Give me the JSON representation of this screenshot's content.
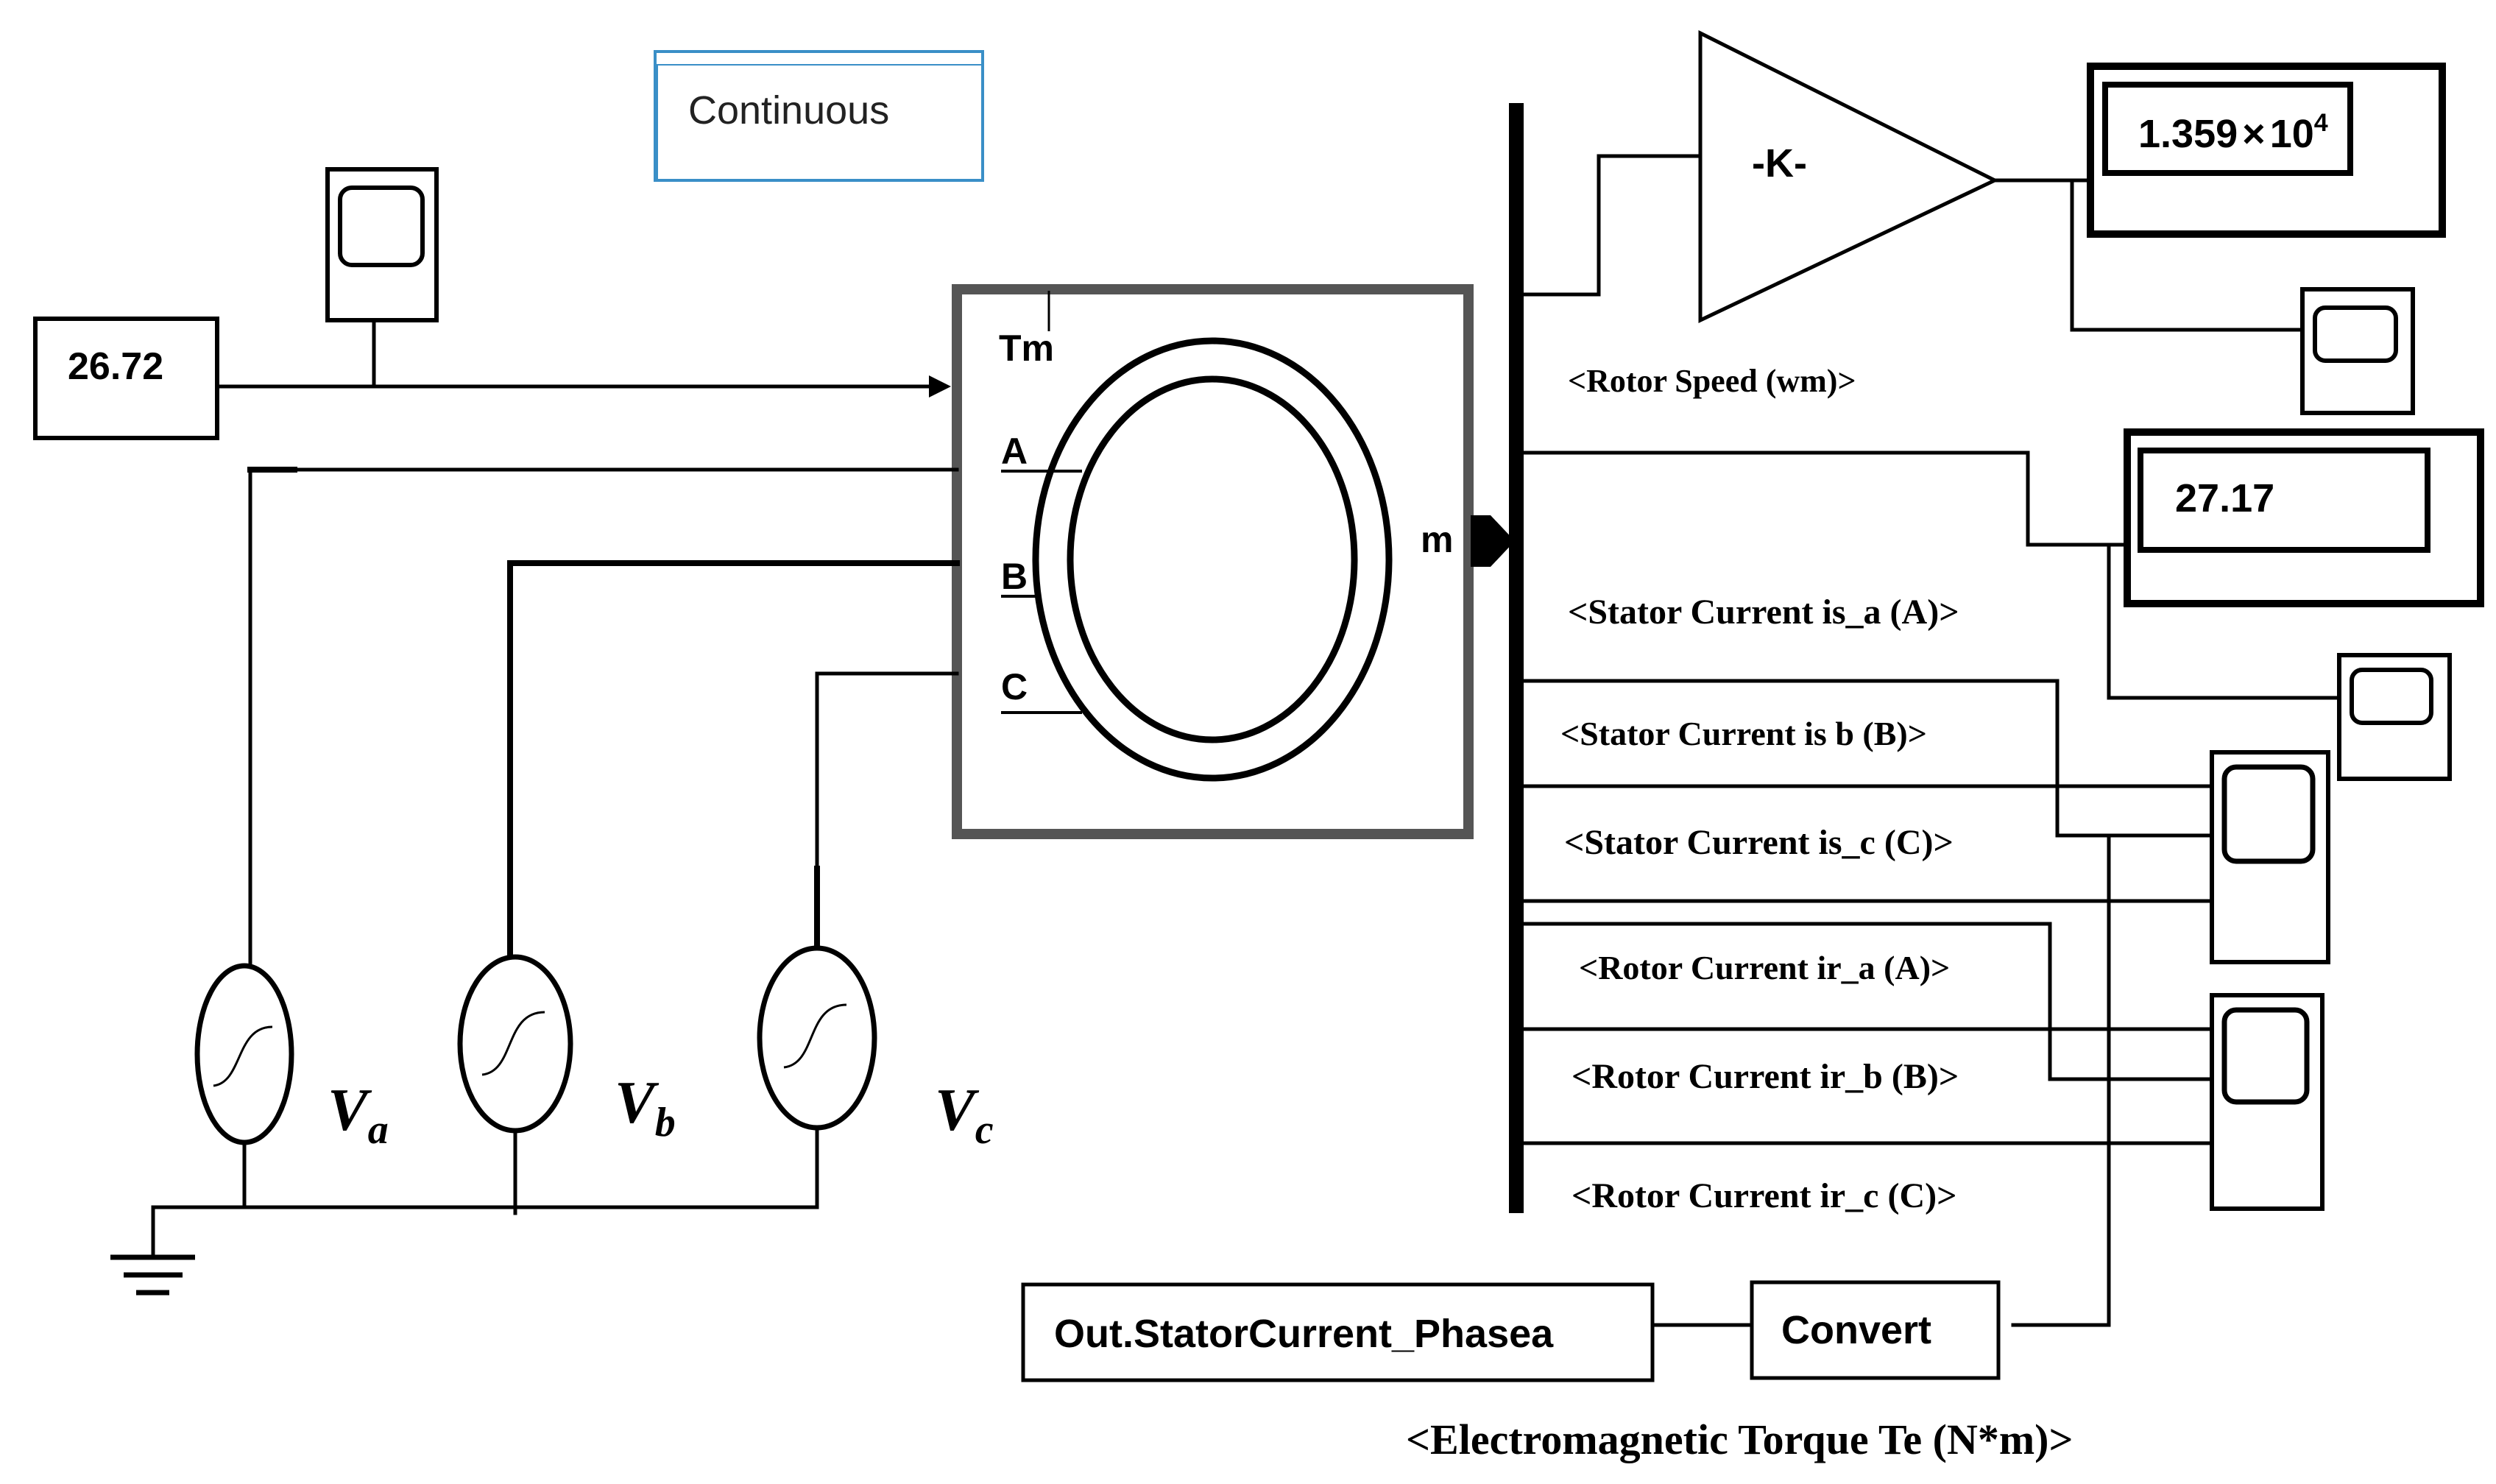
{
  "solver": {
    "label": "Continuous"
  },
  "torque_constant": {
    "value": "26.72"
  },
  "machine": {
    "ports": {
      "tm": "Tm",
      "a": "A",
      "b": "B",
      "c": "C",
      "m": "m"
    }
  },
  "sources": {
    "va": {
      "main": "V",
      "sub": "a"
    },
    "vb": {
      "main": "V",
      "sub": "b"
    },
    "vc": {
      "main": "V",
      "sub": "c"
    }
  },
  "gain": {
    "label": "-K-"
  },
  "displays": {
    "speed": {
      "mantissa": "1.359",
      "times": "×",
      "base": "10",
      "exponent": "4"
    },
    "current": {
      "value": "27.17"
    }
  },
  "signals": {
    "rotor_speed": "<Rotor Speed (wm)>",
    "stator_a": "<Stator Current is_a (A)>",
    "stator_b": "<Stator Current is  b (B)>",
    "stator_c": "<Stator Current is_c (C)>",
    "rotor_a": "<Rotor Current ir_a (A)>",
    "rotor_b": "<Rotor Current ir_b (B)>",
    "rotor_c": "<Rotor Current ir_c (C)>",
    "torque": "<Electromagnetic Torque Te (N*m)>"
  },
  "output_block": {
    "label": "Out.StatorCurrent_Phasea"
  },
  "convert_block": {
    "label": "Convert"
  },
  "colors": {
    "solver_border": "#3a8fc7",
    "machine_border": "#555555",
    "wire": "#000000"
  }
}
